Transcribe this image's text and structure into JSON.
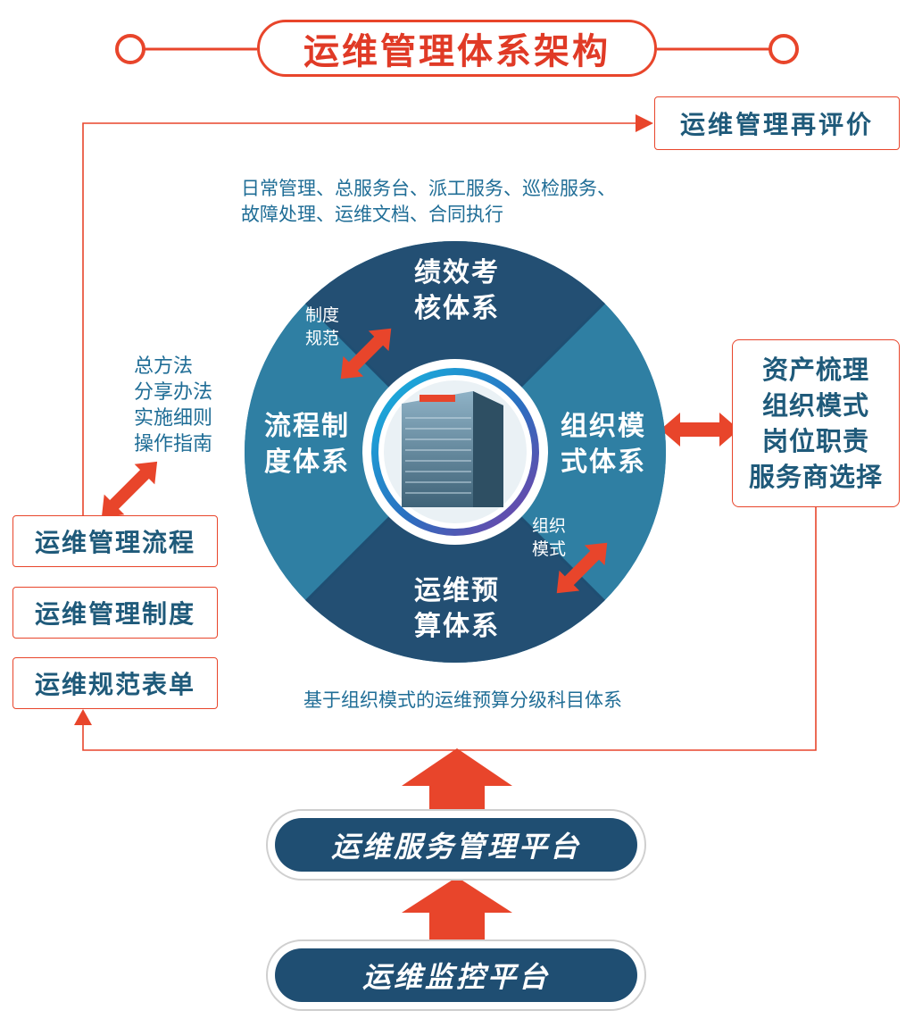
{
  "title": "运维管理体系架构",
  "reevaluation": "运维管理再评价",
  "top_note": [
    "日常管理、总服务台、派工服务、巡检服务、",
    "故障处理、运维文档、合同执行"
  ],
  "left_note": [
    "总方法",
    "分享办法",
    "实施细则",
    "操作指南"
  ],
  "left_boxes": [
    "运维管理流程",
    "运维管理制度",
    "运维规范表单"
  ],
  "right_box": [
    "资产梳理",
    "组织模式",
    "岗位职责",
    "服务商选择"
  ],
  "circle": {
    "top": [
      "绩效考",
      "核体系"
    ],
    "left": [
      "流程制",
      "度体系"
    ],
    "right": [
      "组织模",
      "式体系"
    ],
    "bottom": [
      "运维预",
      "算体系"
    ],
    "tag_top_left": [
      "制度",
      "规范"
    ],
    "tag_bottom_right": [
      "组织",
      "模式"
    ]
  },
  "bottom_note": "基于组织模式的运维预算分级科目体系",
  "platforms": [
    "运维服务管理平台",
    "运维监控平台"
  ],
  "colors": {
    "accent_red": "#e8452b",
    "dark_blue": "#1f4e72",
    "mid_blue": "#2f7fa3",
    "text_blue": "#1f6d96"
  }
}
